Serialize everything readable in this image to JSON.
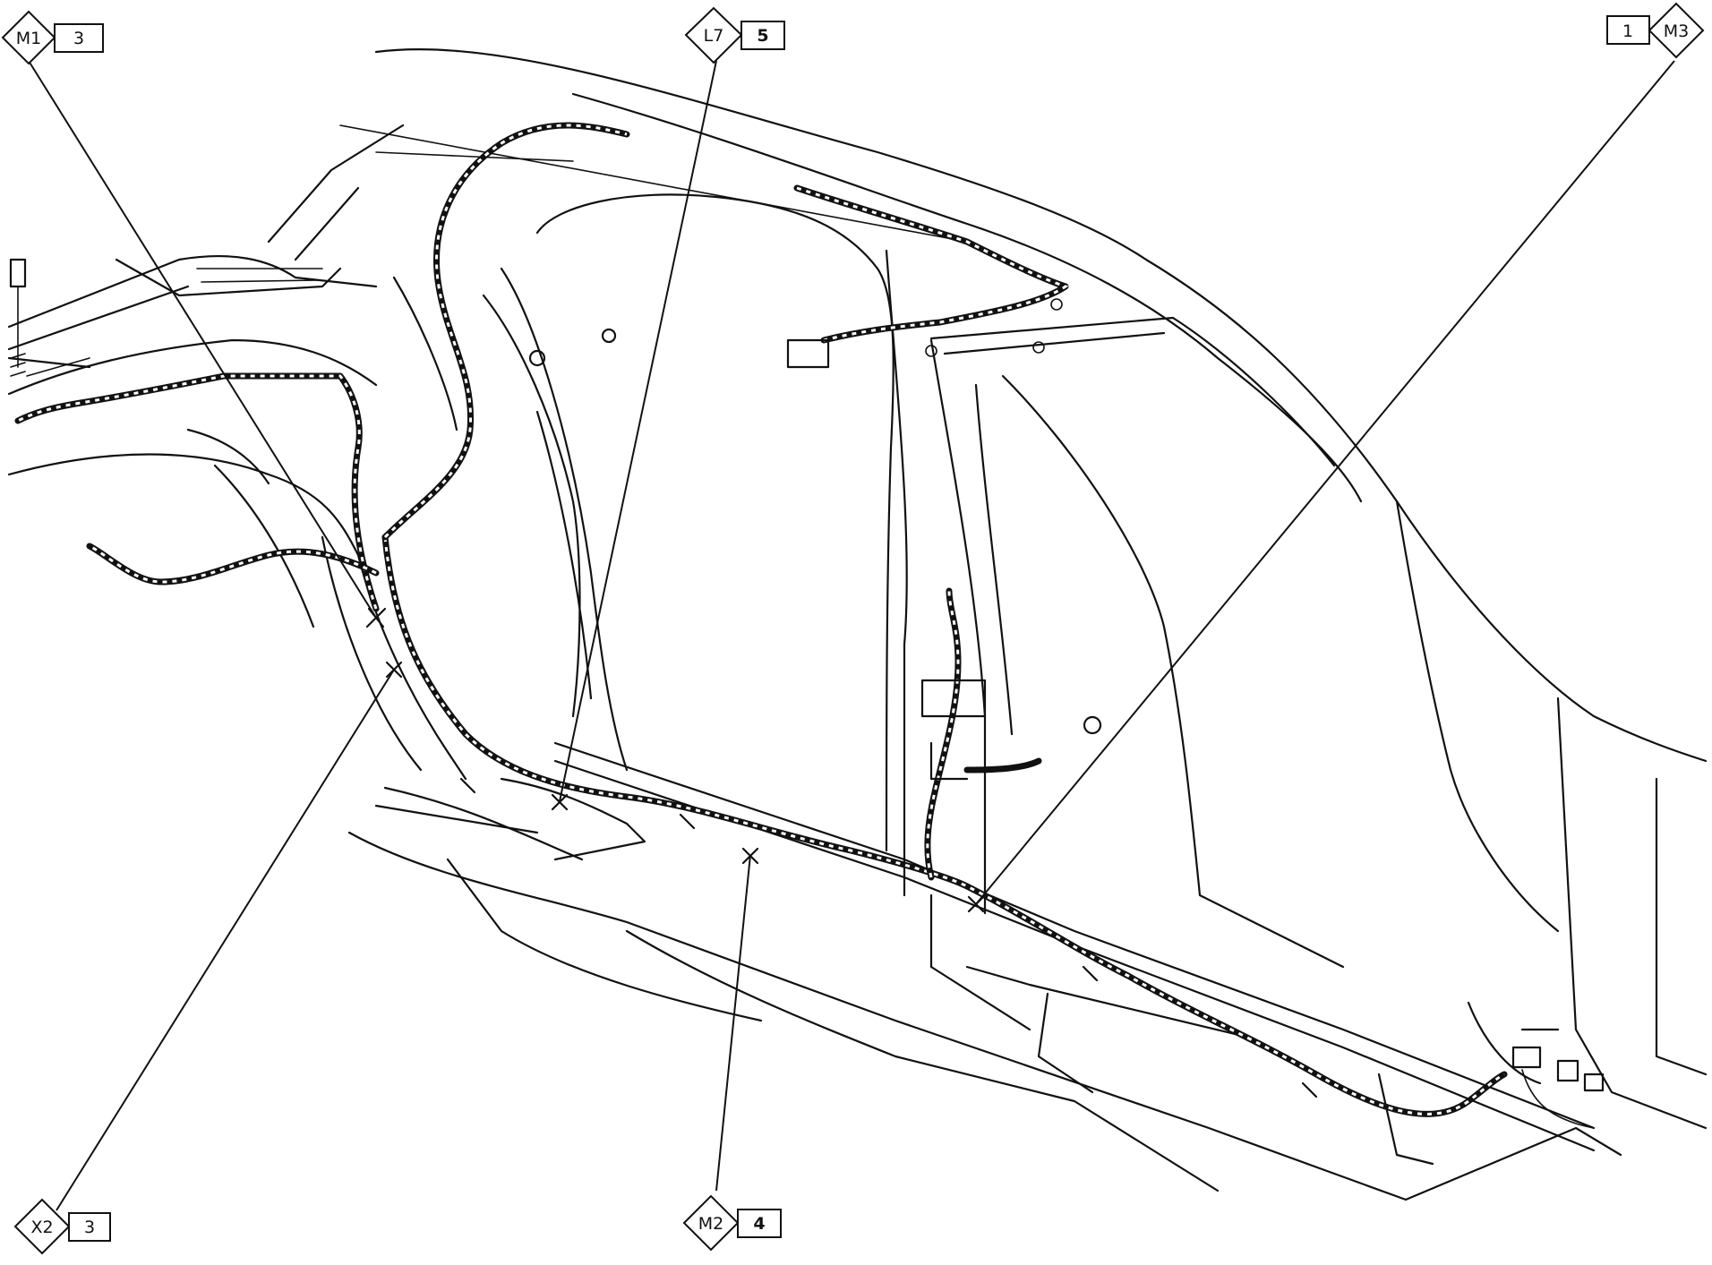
{
  "callouts": [
    {
      "id": "M1",
      "num": "3",
      "num_bold": false
    },
    {
      "id": "L7",
      "num": "5",
      "num_bold": true
    },
    {
      "id": "M3",
      "num": "1",
      "num_bold": false
    },
    {
      "id": "X2",
      "num": "3",
      "num_bold": false
    },
    {
      "id": "M2",
      "num": "4",
      "num_bold": true
    }
  ],
  "colors": {
    "line": "#111111",
    "background": "#ffffff"
  }
}
